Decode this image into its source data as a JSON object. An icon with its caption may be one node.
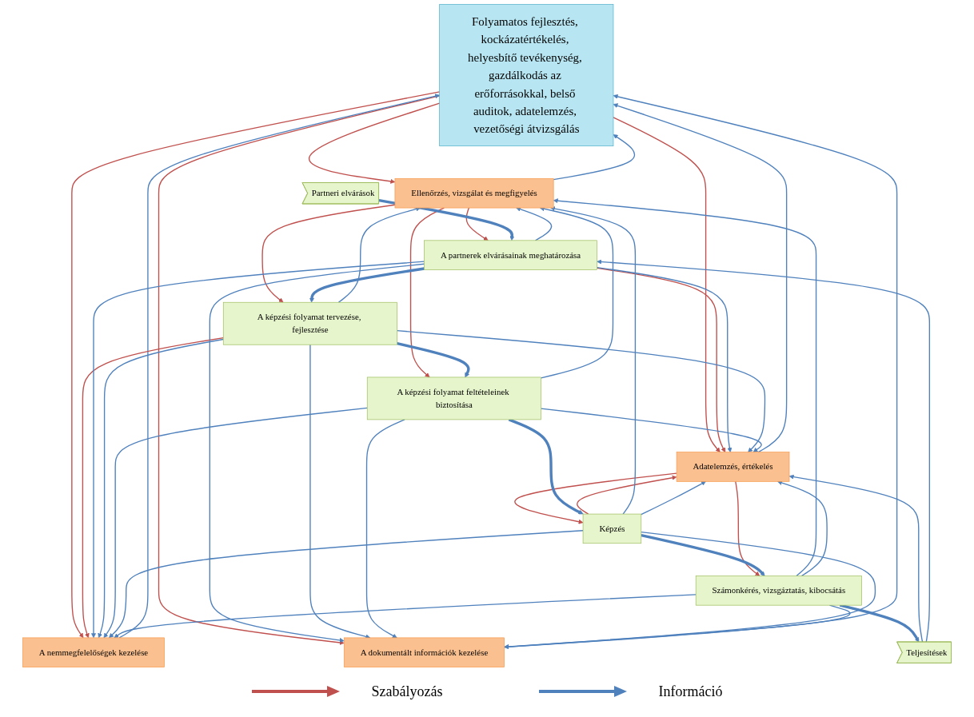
{
  "diagram": {
    "nodes": [
      {
        "text": [
          "Folyamatos fejlesztés, kockázatértékelés, helyesbítő tevékenység, gazdálkodás az erőforrásokkal, belső auditok, adatelemzés, vezetőségi átvizsgálás"
        ]
      },
      {
        "text": [
          "Ellenőrzés, vizsgálat és megfigyelés"
        ]
      },
      {
        "text": [
          "A nemmegfelelőségek kezelése"
        ]
      },
      {
        "text": [
          "A dokumentált információk kezelése"
        ]
      },
      {
        "text": [
          "Adatelemzés, értékelés"
        ]
      },
      {
        "text": [
          "Partneri elvárások"
        ]
      },
      {
        "text": [
          "A partnerek elvárásainak meghatározása"
        ]
      },
      {
        "text": [
          "A képzési folyamat tervezése, fejlesztése"
        ]
      },
      {
        "text": [
          "A képzési folyamat feltételeinek biztosítása"
        ]
      },
      {
        "text": [
          "Képzés"
        ]
      },
      {
        "text": [
          "Számonkérés, vizsgáztatás, kibocsátás"
        ]
      },
      {
        "text": [
          "Teljesítések"
        ]
      }
    ],
    "edges": [
      {
        "from": 0,
        "to": 1,
        "arrow": "to",
        "color": "#c0504d"
      },
      {
        "from": 0,
        "to": 2,
        "arrow": "to",
        "color": "#c0504d"
      },
      {
        "from": 0,
        "to": 3,
        "arrow": "to",
        "color": "#c0504d"
      },
      {
        "from": 0,
        "to": 4,
        "arrow": "to",
        "color": "#c0504d"
      },
      {
        "from": 1,
        "to": 0,
        "arrow": "to"
      },
      {
        "from": 2,
        "to": 0,
        "arrow": "to"
      },
      {
        "from": 3,
        "to": 0,
        "arrow": "to"
      },
      {
        "from": 4,
        "to": 0,
        "arrow": "to"
      },
      {
        "from": 1,
        "to": 6,
        "arrow": "to",
        "color": "#c0504d"
      },
      {
        "from": 1,
        "to": 7,
        "arrow": "to",
        "color": "#c0504d"
      },
      {
        "from": 1,
        "to": 8,
        "arrow": "to",
        "color": "#c0504d"
      },
      {
        "from": 4,
        "to": 9,
        "arrow": "to",
        "color": "#c0504d"
      },
      {
        "from": 4,
        "to": 10,
        "arrow": "to",
        "color": "#c0504d"
      },
      {
        "from": 6,
        "to": 4,
        "arrow": "to",
        "color": "#c0504d"
      },
      {
        "from": 7,
        "to": 2,
        "arrow": "to",
        "color": "#c0504d"
      },
      {
        "from": 9,
        "to": 4,
        "arrow": "to",
        "color": "#c0504d"
      },
      {
        "from": 6,
        "to": 1,
        "arrow": "to"
      },
      {
        "from": 6,
        "to": 2,
        "arrow": "to"
      },
      {
        "from": 6,
        "to": 3,
        "arrow": "to"
      },
      {
        "from": 6,
        "to": 4,
        "arrow": "to"
      },
      {
        "from": 7,
        "to": 1,
        "arrow": "to"
      },
      {
        "from": 7,
        "to": 2,
        "arrow": "to"
      },
      {
        "from": 7,
        "to": 3,
        "arrow": "to"
      },
      {
        "from": 7,
        "to": 4,
        "arrow": "to"
      },
      {
        "from": 8,
        "to": 1,
        "arrow": "to"
      },
      {
        "from": 8,
        "to": 2,
        "arrow": "to"
      },
      {
        "from": 8,
        "to": 3,
        "arrow": "to"
      },
      {
        "from": 8,
        "to": 4,
        "arrow": "to"
      },
      {
        "from": 9,
        "to": 1,
        "arrow": "to"
      },
      {
        "from": 9,
        "to": 2,
        "arrow": "to"
      },
      {
        "from": 9,
        "to": 3,
        "arrow": "to"
      },
      {
        "from": 9,
        "to": 4,
        "arrow": "to"
      },
      {
        "from": 10,
        "to": 1,
        "arrow": "to"
      },
      {
        "from": 10,
        "to": 2,
        "arrow": "to"
      },
      {
        "from": 10,
        "to": 3,
        "arrow": "to"
      },
      {
        "from": 10,
        "to": 4,
        "arrow": "to"
      },
      {
        "from": 11,
        "to": 4,
        "arrow": "to"
      },
      {
        "from": 5,
        "to": 6,
        "arrow": "to",
        "style": "thick"
      },
      {
        "from": 6,
        "to": 7,
        "arrow": "to",
        "style": "thick"
      },
      {
        "from": 7,
        "to": 8,
        "arrow": "to",
        "style": "thick"
      },
      {
        "from": 8,
        "to": 9,
        "arrow": "to",
        "style": "thick"
      },
      {
        "from": 9,
        "to": 10,
        "arrow": "to",
        "style": "thick"
      },
      {
        "from": 10,
        "to": 11,
        "arrow": "to",
        "style": "thick"
      },
      {
        "from": 11,
        "to": 6,
        "arrow": "to"
      }
    ],
    "legend": [
      {
        "text": "Szabályozás"
      },
      {
        "text": "Információ"
      }
    ]
  }
}
